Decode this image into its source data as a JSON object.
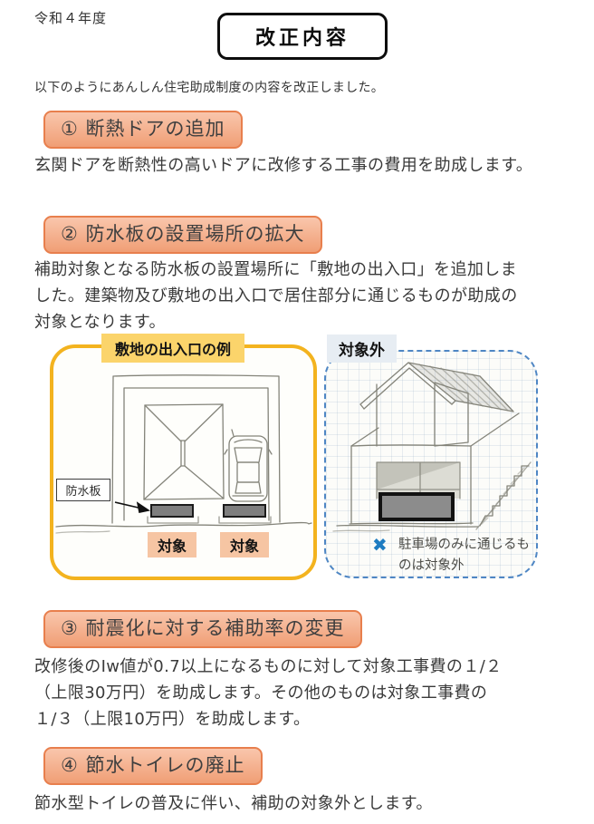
{
  "page": {
    "fiscal_year": "令和４年度",
    "title": "改正内容",
    "intro": "以下のようにあんしん住宅助成制度の内容を改正しました。"
  },
  "sections": [
    {
      "header": "① 断熱ドアの追加",
      "body": [
        "玄関ドアを断熱性の高いドアに改修する工事の費用を助成します。"
      ]
    },
    {
      "header": "② 防水板の設置場所の拡大",
      "body": [
        "補助対象となる防水板の設置場所に「敷地の出入口」を追加しま",
        "した。建築物及び敷地の出入口で居住部分に通じるものが助成の",
        "対象となります。"
      ]
    },
    {
      "header": "③ 耐震化に対する補助率の変更",
      "body": [
        "改修後のIw値が0.7以上になるものに対して対象工事費の１/２",
        "（上限30万円）を助成します。その他のものは対象工事費の",
        "１/３（上限10万円）を助成します。"
      ]
    },
    {
      "header": "④ 節水トイレの廃止",
      "body": [
        "節水型トイレの普及に伴い、補助の対象外とします。"
      ]
    }
  ],
  "figures": {
    "left": {
      "caption": "敷地の出入口の例",
      "flood_board_label": "防水板",
      "targets": [
        "対象",
        "対象"
      ]
    },
    "right": {
      "caption": "対象外",
      "x_mark": "✖",
      "note_lines": [
        "駐車場のみに通じるも",
        "のは対象外"
      ]
    }
  },
  "colors": {
    "header_fill_top": "#F9C6AC",
    "header_fill_bottom": "#F09E75",
    "header_border": "#E87F4D",
    "yellow_caption_bg": "#FBD46B",
    "yellow_panel_border": "#F3B31F",
    "blue_dashed_border": "#4E86C4",
    "outside_label_bg": "#E7EDF3",
    "target_label_bg": "#F6C5A3",
    "flood_board_gray": "#7E7E7E",
    "x_mark_blue": "#1E7CC1",
    "title_border": "#0d0d0d"
  }
}
